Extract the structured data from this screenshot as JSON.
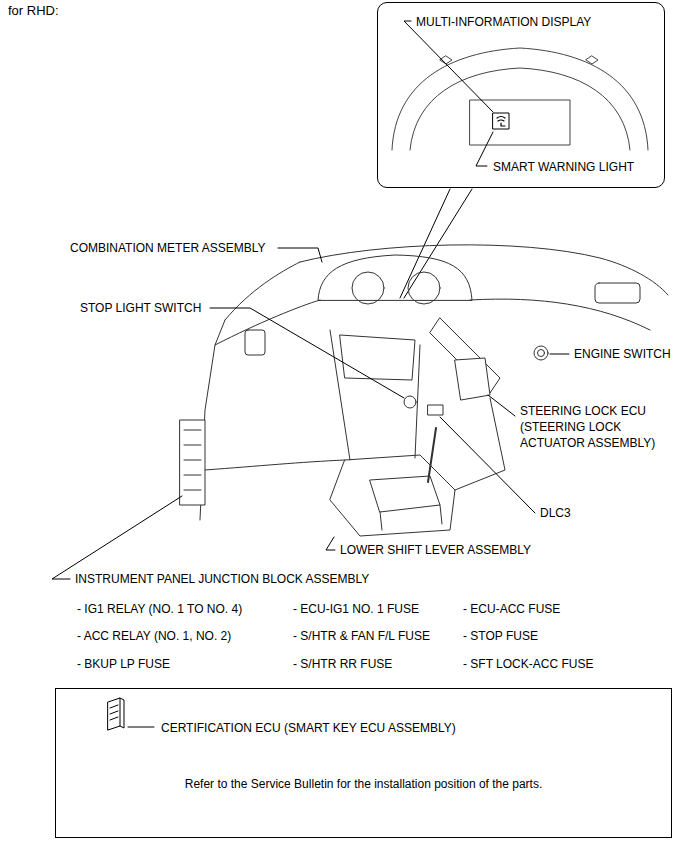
{
  "diagram": {
    "title": "for RHD:",
    "nodes": [
      {
        "text": [
          "MULTI-INFORMATION DISPLAY",
          "SMART WARNING LIGHT"
        ]
      },
      {
        "text": [
          "CERTIFICATION ECU (SMART KEY ECU ASSEMBLY)",
          "Refer to the Service Bulletin for the installation position of the parts."
        ]
      }
    ],
    "labels": [
      "COMBINATION METER ASSEMBLY",
      "STOP LIGHT SWITCH",
      "ENGINE SWITCH",
      "STEERING LOCK ECU (STEERING LOCK ACTUATOR ASSEMBLY)",
      "DLC3",
      "LOWER SHIFT LEVER ASSEMBLY",
      "INSTRUMENT PANEL JUNCTION BLOCK ASSEMBLY",
      "- IG1 RELAY (NO. 1 TO NO. 4)",
      "- ECU-IG1 NO. 1 FUSE",
      "- ECU-ACC FUSE",
      "- ACC RELAY (NO. 1, NO. 2)",
      "- S/HTR & FAN F/L FUSE",
      "- STOP FUSE",
      "- BKUP LP FUSE",
      "- S/HTR RR FUSE",
      "- SFT LOCK-ACC FUSE"
    ]
  }
}
